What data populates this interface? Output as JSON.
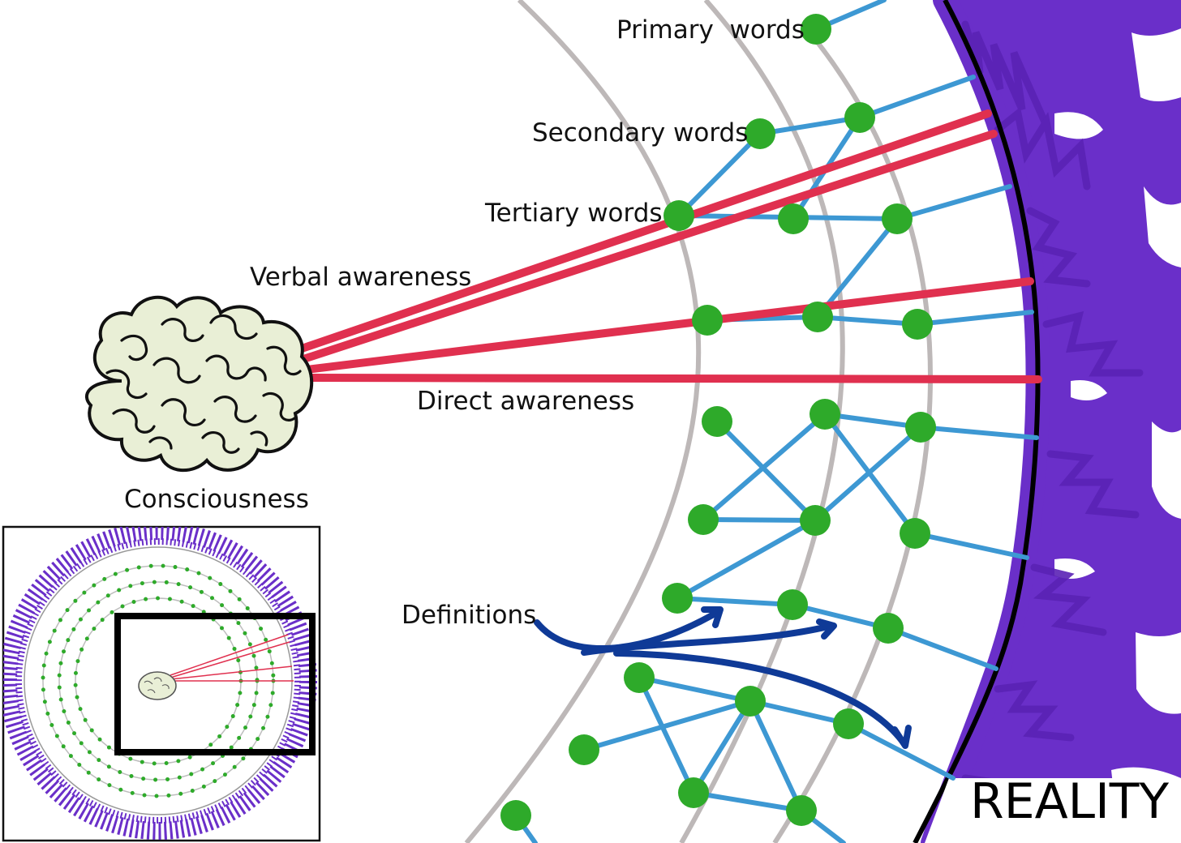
{
  "labels": {
    "primary": "Primary  words",
    "secondary": "Secondary words",
    "tertiary": "Tertiary words",
    "verbal": "Verbal awareness",
    "direct": "Direct awareness",
    "consciousness": "Consciousness",
    "definitions": "Definitions",
    "reality": "REALITY"
  },
  "colors": {
    "awareness_lines": "#e0304f",
    "word_links": "#3d98d3",
    "word_nodes": "#2eaa2a",
    "rings": "#bdb8b8",
    "reality_fill": "#6a2fc9",
    "definition_arrows": "#0f3a97",
    "brain_fill": "#e9efd6"
  },
  "icons": {
    "brain": "brain-icon",
    "inset": "overview-inset-map"
  }
}
